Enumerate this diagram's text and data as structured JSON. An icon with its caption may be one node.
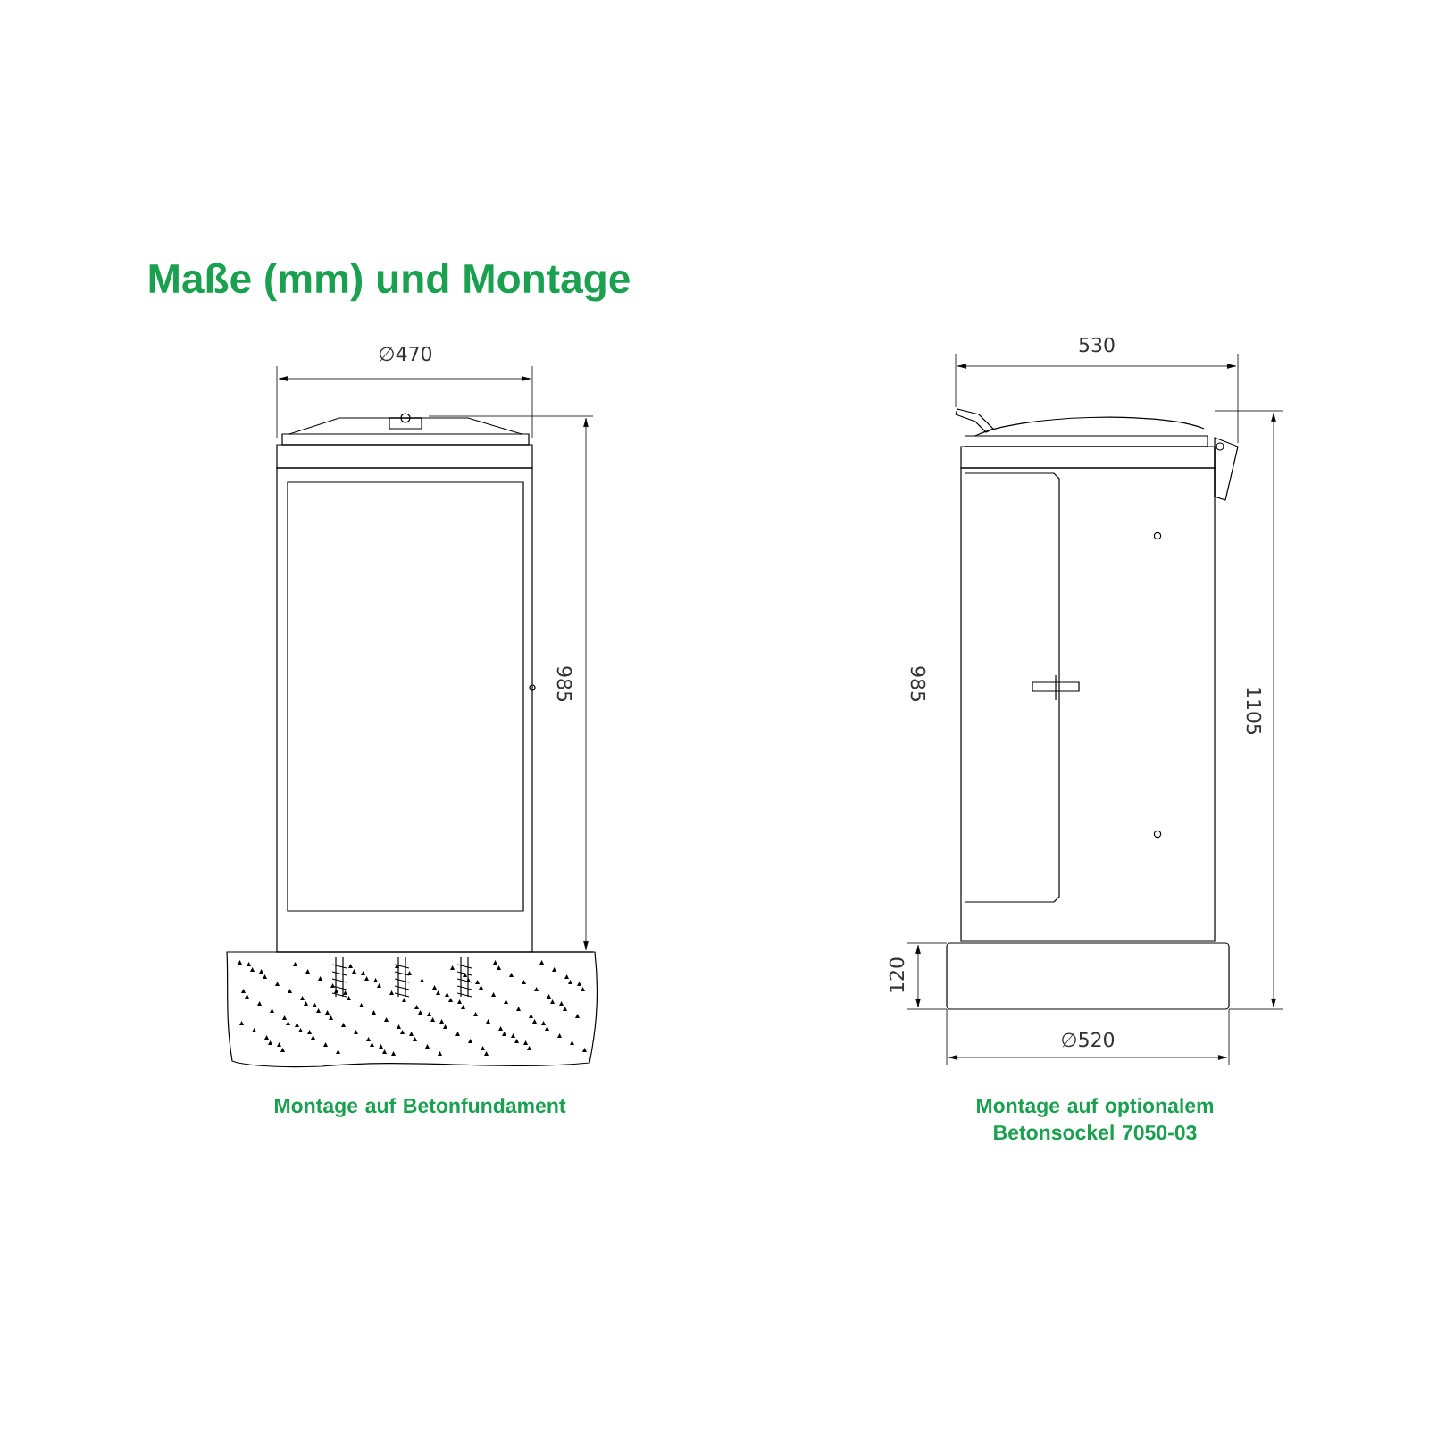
{
  "diagram": {
    "title": "Maße (mm) und Montage",
    "labels": [
      "∅470",
      "985",
      "530",
      "985",
      "1105",
      "120",
      "∅520",
      "Montage auf Betonfundament",
      "Montage auf optionalem Betonsockel 7050-03"
    ]
  }
}
